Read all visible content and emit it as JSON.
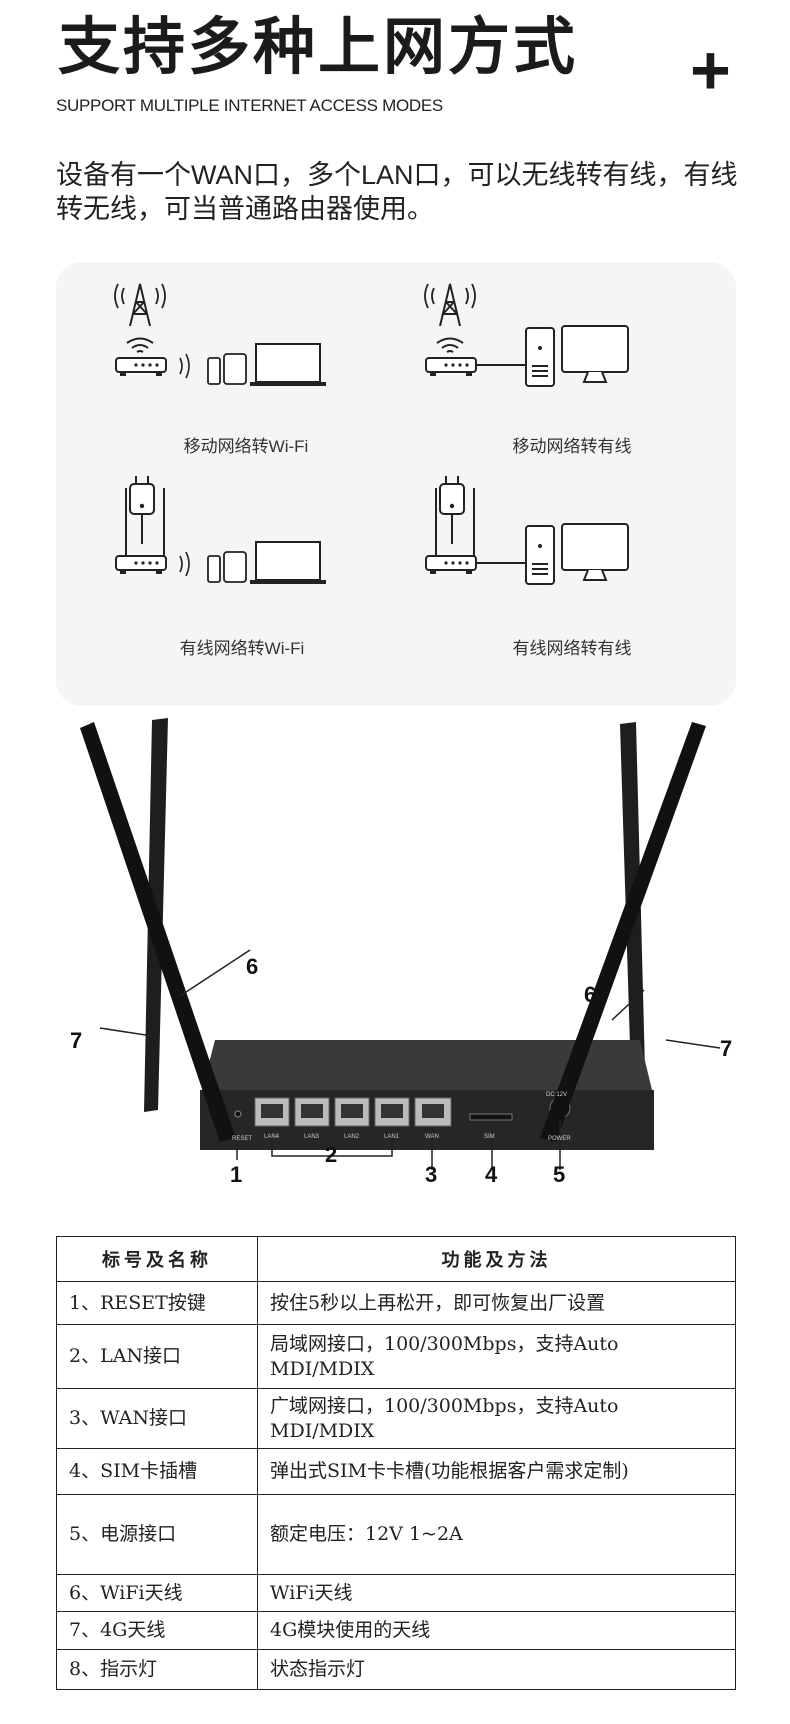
{
  "header": {
    "title": "支持多种上网方式",
    "plus": "+",
    "subtitle": "SUPPORT MULTIPLE INTERNET ACCESS MODES",
    "description": "设备有一个WAN口，多个LAN口，可以无线转有线，有线转无线，可当普通路由器使用。"
  },
  "modes": [
    {
      "label": "移动网络转Wi-Fi",
      "source": "cell-tower-icon",
      "target": "wireless-devices"
    },
    {
      "label": "移动网络转有线",
      "source": "cell-tower-icon",
      "target": "desktop-computer"
    },
    {
      "label": "有线网络转Wi-Fi",
      "source": "wired-plug-icon",
      "target": "wireless-devices"
    },
    {
      "label": "有线网络转有线",
      "source": "wired-plug-icon",
      "target": "desktop-computer"
    }
  ],
  "router": {
    "port_labels": [
      "RESET",
      "LAN4",
      "LAN3",
      "LAN2",
      "LAN1",
      "WAN",
      "SIM",
      "DC 12V",
      "POWER"
    ],
    "callouts": [
      "1",
      "2",
      "3",
      "4",
      "5",
      "6",
      "6",
      "7",
      "7"
    ]
  },
  "spec_table": {
    "headers": [
      "标号及名称",
      "功能及方法"
    ],
    "rows": [
      [
        "1、RESET按键",
        "按住5秒以上再松开，即可恢复出厂设置"
      ],
      [
        "2、LAN接口",
        "局域网接口，100/300Mbps，支持Auto MDI/MDIX"
      ],
      [
        "3、WAN接口",
        "广域网接口，100/300Mbps，支持Auto MDI/MDIX"
      ],
      [
        "4、SIM卡插槽",
        "弹出式SIM卡卡槽(功能根据客户需求定制)"
      ],
      [
        "5、电源接口",
        "额定电压：12V 1~2A"
      ],
      [
        "6、WiFi天线",
        "WiFi天线"
      ],
      [
        "7、4G天线",
        "4G模块使用的天线"
      ],
      [
        "8、指示灯",
        "状态指示灯"
      ]
    ]
  }
}
